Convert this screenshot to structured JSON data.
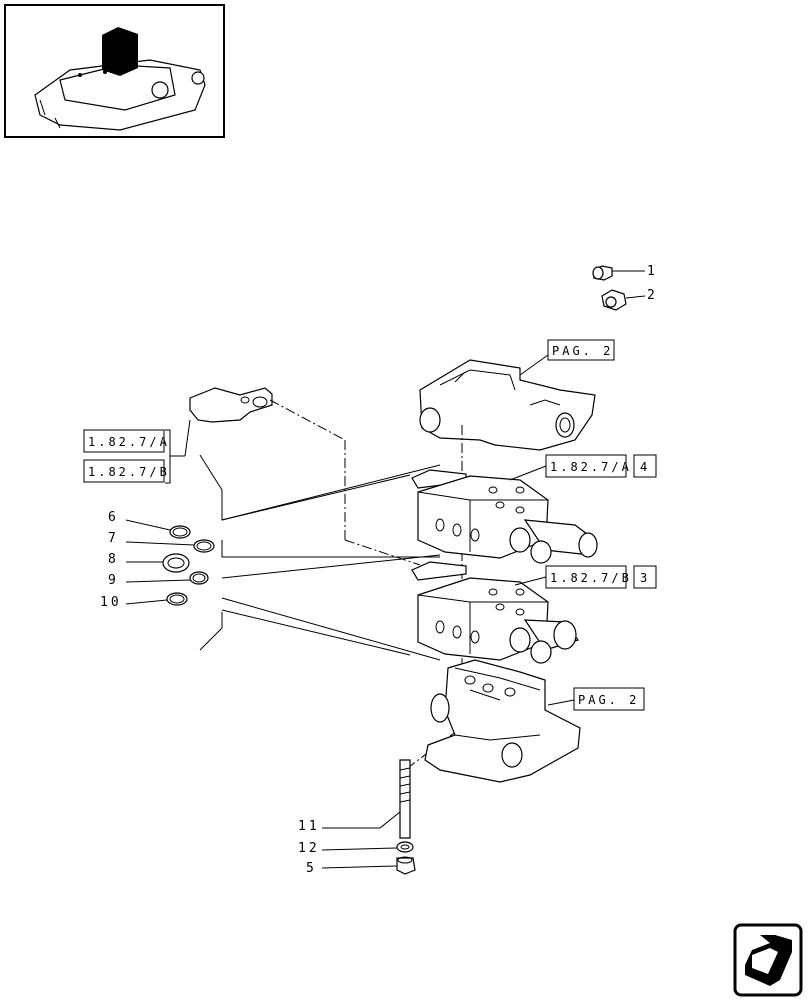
{
  "callouts": [
    "1",
    "2",
    "6",
    "7",
    "8",
    "9",
    "10",
    "11",
    "12",
    "5"
  ],
  "references": {
    "ref_upper_block": "PAG. 2",
    "ref_lower_block": "PAG. 2",
    "ref_cross_a": "1.82.7/A",
    "ref_cross_b": "1.82.7/B",
    "ref_valve_a": "1.82.7/A",
    "ref_valve_a_qty": "4",
    "ref_valve_b": "1.82.7/B",
    "ref_valve_b_qty": "3"
  },
  "icons": {
    "thumbnail": "tractor-lift-thumbnail-icon",
    "nav": "next-page-arrow-icon"
  }
}
